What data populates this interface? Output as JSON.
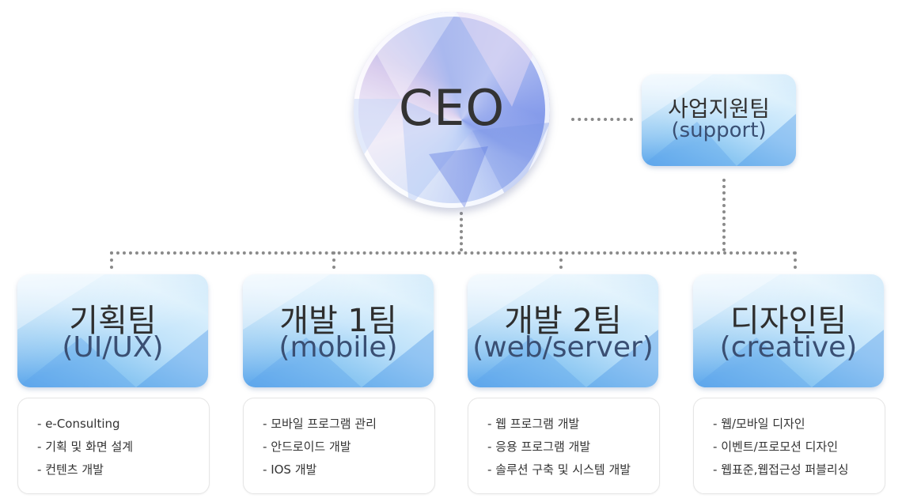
{
  "ceo": {
    "label": "CEO"
  },
  "support": {
    "ko": "사업지원팀",
    "en": "(support)"
  },
  "teams": [
    {
      "ko": "기획팀",
      "en": "(UI/UX)",
      "items": [
        "e-Consulting",
        "기획  및 화면 설계",
        "컨텐츠 개발"
      ]
    },
    {
      "ko": "개발 1팀",
      "en": "(mobile)",
      "items": [
        "모바일 프로그램 관리",
        "안드로이드 개발",
        "IOS 개발"
      ]
    },
    {
      "ko": "개발 2팀",
      "en": "(web/server)",
      "items": [
        "웹 프로그램 개발",
        "응용 프로그램 개발",
        "솔루션 구축 및 시스템 개발"
      ]
    },
    {
      "ko": "디자인팀",
      "en": "(creative)",
      "items": [
        "웹/모바일 디자인",
        "이벤트/프로모션 디자인",
        "웹표준,웹접근성 퍼블리싱"
      ]
    }
  ]
}
